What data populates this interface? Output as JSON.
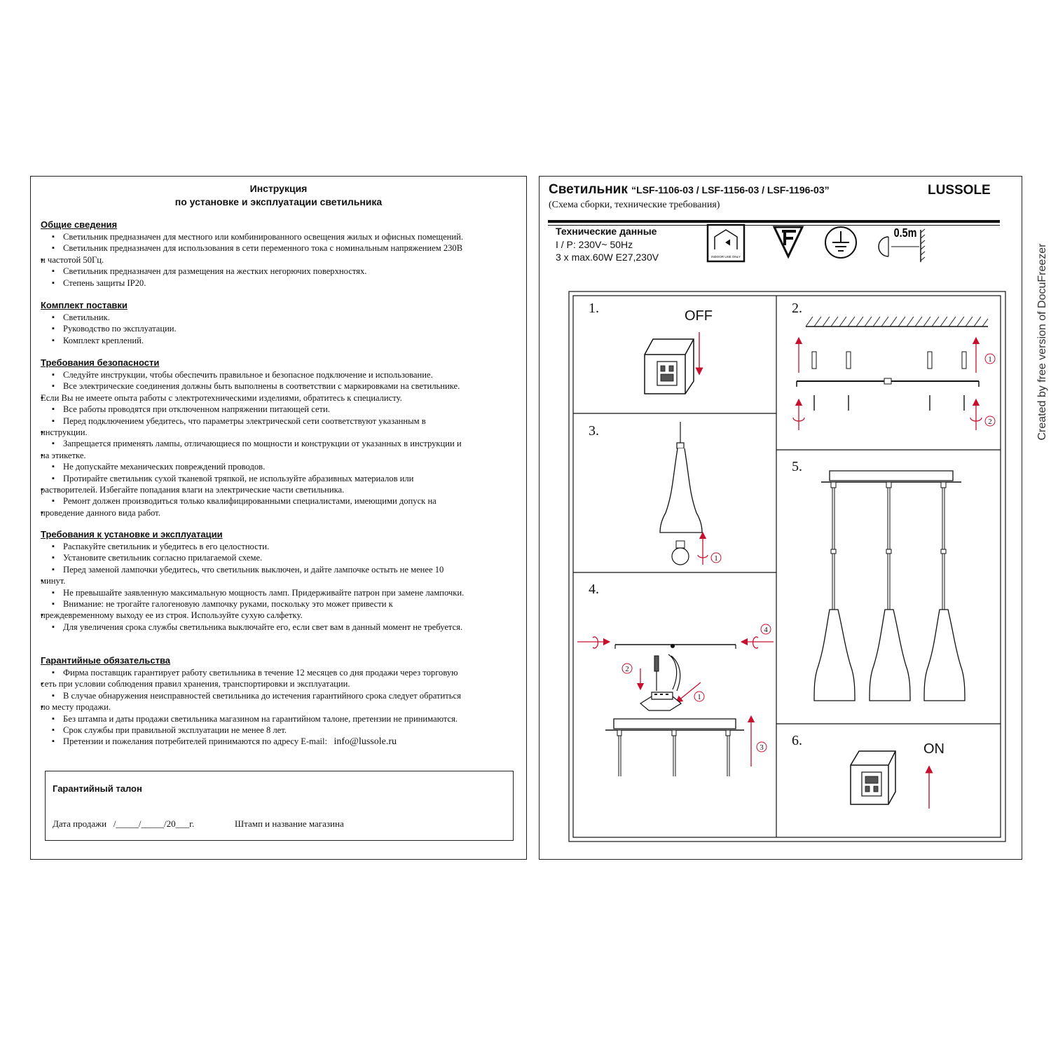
{
  "instruction": {
    "title_line1": "Инструкция",
    "title_line2": "по установке и эксплуатации светильника",
    "sections": [
      {
        "title": "Общие сведения",
        "items": [
          "Светильник предназначен для местного или комбинированного освещения жилых и офисных помещений.",
          "Светильник предназначен для использования в сети переменного тока с номинальным напряжением 230В",
          "и частотой 50Гц.",
          "Светильник предназначен для размещения на жестких негорючих поверхностях.",
          "Степень защиты IP20."
        ]
      },
      {
        "title": "Комплект поставки",
        "items": [
          "Светильник.",
          "Руководство по эксплуатации.",
          "Комплект креплений."
        ]
      },
      {
        "title": "Требования безопасности",
        "items": [
          "Следуйте инструкции, чтобы обеспечить правильное и безопасное подключение и использование.",
          "Все электрические соединения должны быть выполнены в соответствии с маркировками на светильнике.",
          "Если Вы не имеете опыта работы с электротехническими изделиями, обратитесь к специалисту.",
          "Все работы проводятся при отключенном напряжении питающей сети.",
          "Перед подключением убедитесь, что параметры электрической сети соответствуют указанным в",
          "инструкции.",
          "Запрещается применять лампы, отличающиеся по мощности и конструкции от указанных в инструкции и",
          "на этикетке.",
          "Не допускайте механических повреждений проводов.",
          "Протирайте светильник сухой тканевой тряпкой, не используйте абразивных материалов или",
          "растворителей. Избегайте попадания влаги на электрические части светильника.",
          "Ремонт должен производиться только квалифицированными специалистами, имеющими допуск на",
          "проведение данного вида работ."
        ]
      },
      {
        "title": "Требования к установке и эксплуатации",
        "items": [
          "Распакуйте светильник и убедитесь в его целостности.",
          "Установите светильник согласно прилагаемой схеме.",
          "Перед заменой лампочки убедитесь, что светильник выключен, и дайте лампочке остыть не менее 10",
          "минут.",
          "Не превышайте заявленную максимальную мощность ламп. Придерживайте патрон при замене лампочки.",
          "Внимание: не трогайте галогеновую лампочку руками, поскольку это может привести к",
          "преждевременному выходу ее из строя. Используйте сухую салфетку.",
          "Для увеличения срока службы светильника выключайте его, если свет вам в данный момент не требуется."
        ]
      },
      {
        "title": "Гарантийные обязательства",
        "items": [
          "Фирма поставщик гарантирует работу светильника в течение 12 месяцев со дня продажи через торговую",
          "сеть при условии соблюдения правил хранения, транспортировки и эксплуатации.",
          "В случае обнаружения неисправностей светильника до истечения гарантийного срока следует обратиться",
          "по месту продажи.",
          "Без штампа и даты продажи светильника магазином на гарантийном талоне, претензии не принимаются.",
          "Срок службы при правильной эксплуатации не менее 8 лет.",
          "Претензии и пожелания потребителей принимаются по адресу E-mail:"
        ],
        "email": "info@lussole.ru"
      }
    ],
    "warranty_card": {
      "title": "Гарантийный талон",
      "date_label": "Дата продажи   /_____/_____/20___г.",
      "stamp_label": "Штамп и название магазина"
    }
  },
  "product": {
    "title_prefix": "Светильник",
    "models": "“LSF-1106-03 / LSF-1156-03 / LSF-1196-03”",
    "brand": "LUSSOLE",
    "subtitle": "(Схема сборки, технические требования)",
    "tech_title": "Технические данные",
    "tech_lines": [
      "I / P:  230V~ 50Hz",
      "3 x max.60W E27,230V"
    ],
    "icon_labels": {
      "indoor": "INDOOR USE ONLY",
      "distance": "0.5m"
    },
    "icons": [
      "indoor-use-icon",
      "flammable-surface-icon",
      "ground-icon",
      "distance-icon"
    ]
  },
  "steps": {
    "s1": "1.",
    "s2": "2.",
    "s3": "3.",
    "s4": "4.",
    "s5": "5.",
    "s6": "6.",
    "off": "OFF",
    "on": "ON",
    "callout1": "1",
    "callout2": "2",
    "callout3": "3",
    "callout4": "4"
  },
  "colors": {
    "arrow": "#c8102e",
    "line": "#111111"
  },
  "watermark": "Created by free version of DocuFreezer"
}
